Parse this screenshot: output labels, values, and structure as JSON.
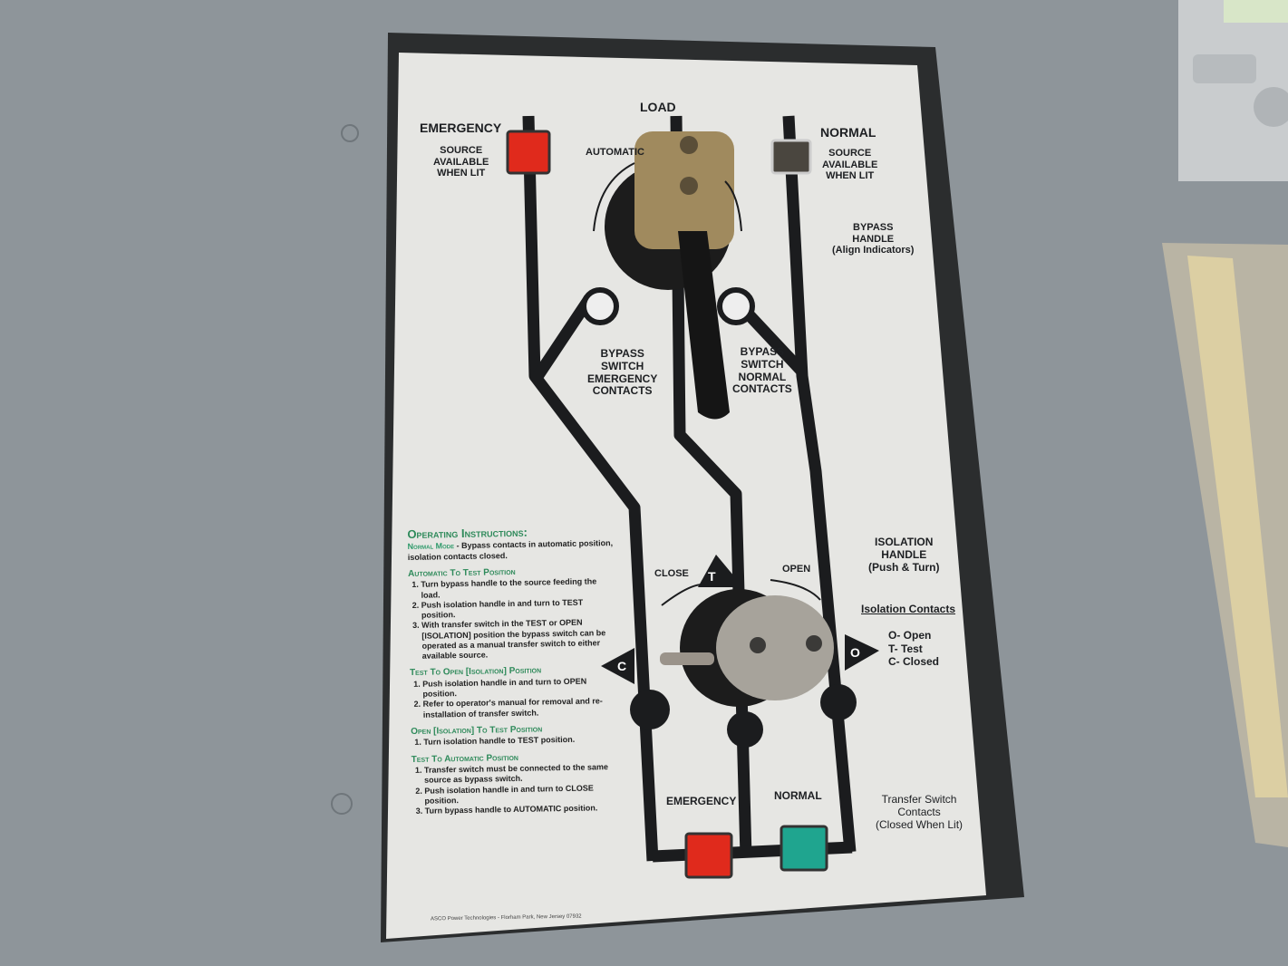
{
  "labels": {
    "load": "LOAD",
    "emergency": "EMERGENCY",
    "emergency_source": "SOURCE\nAVAILABLE\nWHEN LIT",
    "normal": "NORMAL",
    "normal_source": "SOURCE\nAVAILABLE\nWHEN LIT",
    "automatic": "AUTOMATIC",
    "bypass_handle": "BYPASS\nHANDLE\n(Align Indicators)",
    "bypass_emergency": "BYPASS\nSWITCH\nEMERGENCY\nCONTACTS",
    "bypass_normal": "BYPASS\nSWITCH\nNORMAL\nCONTACTS",
    "close": "CLOSE",
    "open": "OPEN",
    "test_marker": "T",
    "close_marker": "C",
    "open_marker": "O",
    "isolation_handle": "ISOLATION\nHANDLE\n(Push & Turn)",
    "isolation_contacts": "Isolation Contacts",
    "isolation_legend": [
      "O- Open",
      "T- Test",
      "C- Closed"
    ],
    "bottom_emergency": "EMERGENCY",
    "bottom_normal": "NORMAL",
    "transfer_contacts": "Transfer Switch\nContacts\n(Closed When Lit)"
  },
  "instructions": {
    "title": "Operating Instructions:",
    "normal_mode_label": "Normal Mode",
    "normal_mode_text": "- Bypass contacts in automatic position, isolation contacts closed.",
    "sections": [
      {
        "heading": "Automatic To Test Position",
        "steps": [
          "Turn bypass handle to the source feeding the load.",
          "Push isolation handle in and turn to TEST position.",
          "With transfer switch in the TEST or OPEN [ISOLATION] position the bypass switch can be operated as a manual transfer switch to either available source."
        ]
      },
      {
        "heading": "Test To Open [Isolation] Position",
        "steps": [
          "Push isolation handle in and turn to OPEN position.",
          "Refer to operator's manual for removal and re-installation of transfer switch."
        ]
      },
      {
        "heading": "Open [Isolation] To Test Position",
        "steps": [
          "Turn isolation handle to TEST position."
        ]
      },
      {
        "heading": "Test To Automatic Position",
        "steps": [
          "Transfer switch must be connected to the same source as bypass switch.",
          "Push isolation handle in and turn to CLOSE position.",
          "Turn bypass handle to AUTOMATIC position."
        ]
      }
    ]
  },
  "footer": "ASCO Power Technologies - Florham Park, New Jersey 07932",
  "colors": {
    "emergency_light": "#e02a1c",
    "normal_light": "#1fa58f",
    "accent_text": "#2e8a5a",
    "panel": "#8e959a"
  }
}
